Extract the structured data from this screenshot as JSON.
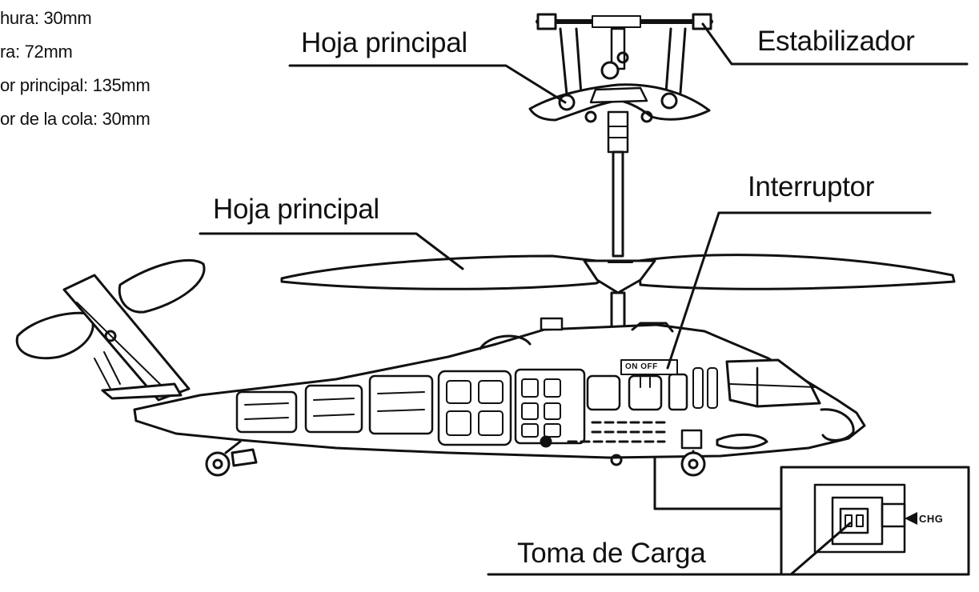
{
  "specs": {
    "line1": "hura: 30mm",
    "line2": "ra: 72mm",
    "line3": "or principal: 135mm",
    "line4": "or de la cola: 30mm"
  },
  "labels": {
    "upper_blade": "Hoja principal",
    "stabilizer": "Estabilizador",
    "lower_blade": "Hoja principal",
    "switch": "Interruptor",
    "charge_port": "Toma de Carga"
  },
  "switch_marking": "ON OFF",
  "charge_marking": "CHG",
  "colors": {
    "line": "#111111",
    "background": "#ffffff"
  }
}
